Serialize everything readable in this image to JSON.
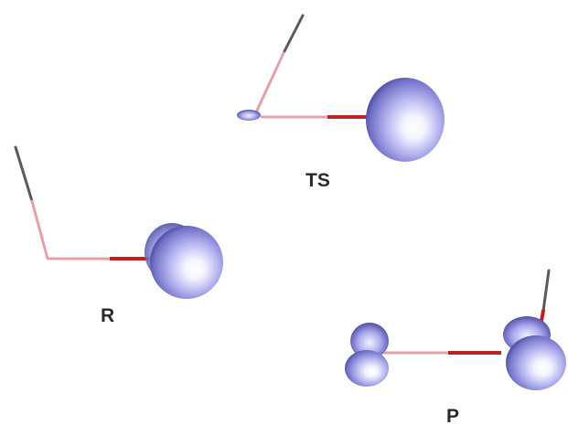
{
  "figure": {
    "labels": {
      "ts": "TS",
      "r": "R",
      "p": "P"
    },
    "colors": {
      "background": "#ffffff",
      "bond_light": "#e6a0a8",
      "bond_dark": "#c02020",
      "bond_grey": "#5a5a5a",
      "orbital_light": "#f4f4ff",
      "orbital_mid": "#a9a9ef",
      "orbital_dark": "#3f3f95",
      "label": "#2a2a2a"
    }
  }
}
